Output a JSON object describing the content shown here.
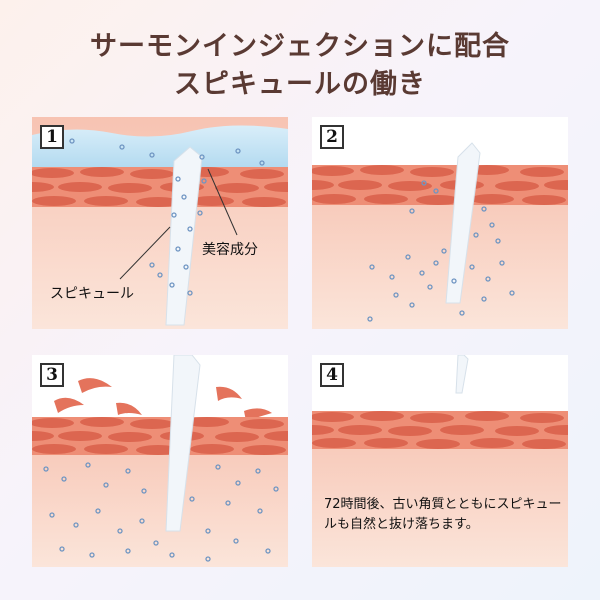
{
  "title": {
    "line1": "サーモンインジェクションに配合",
    "line2": "スピキュールの働き"
  },
  "panels": [
    {
      "number": "1",
      "labels": {
        "ingredient": "美容成分",
        "spicule": "スピキュール"
      }
    },
    {
      "number": "2"
    },
    {
      "number": "3"
    },
    {
      "number": "4",
      "caption": "72時間後、古い角質とともにスピキュールも自然と抜け落ちます。"
    }
  ],
  "colors": {
    "title": "#5a3a33",
    "skin_light": "#f9dccf",
    "skin_deep": "#f2b5a4",
    "cell_band": "#e8826a",
    "cell": "#de6a52",
    "water": "#bfe0f3",
    "particle": "#7a9cc4",
    "spicule": "#eef3f8"
  },
  "icons": [
    "particle-dot-icon",
    "spicule-needle-icon",
    "skin-cell-icon"
  ]
}
